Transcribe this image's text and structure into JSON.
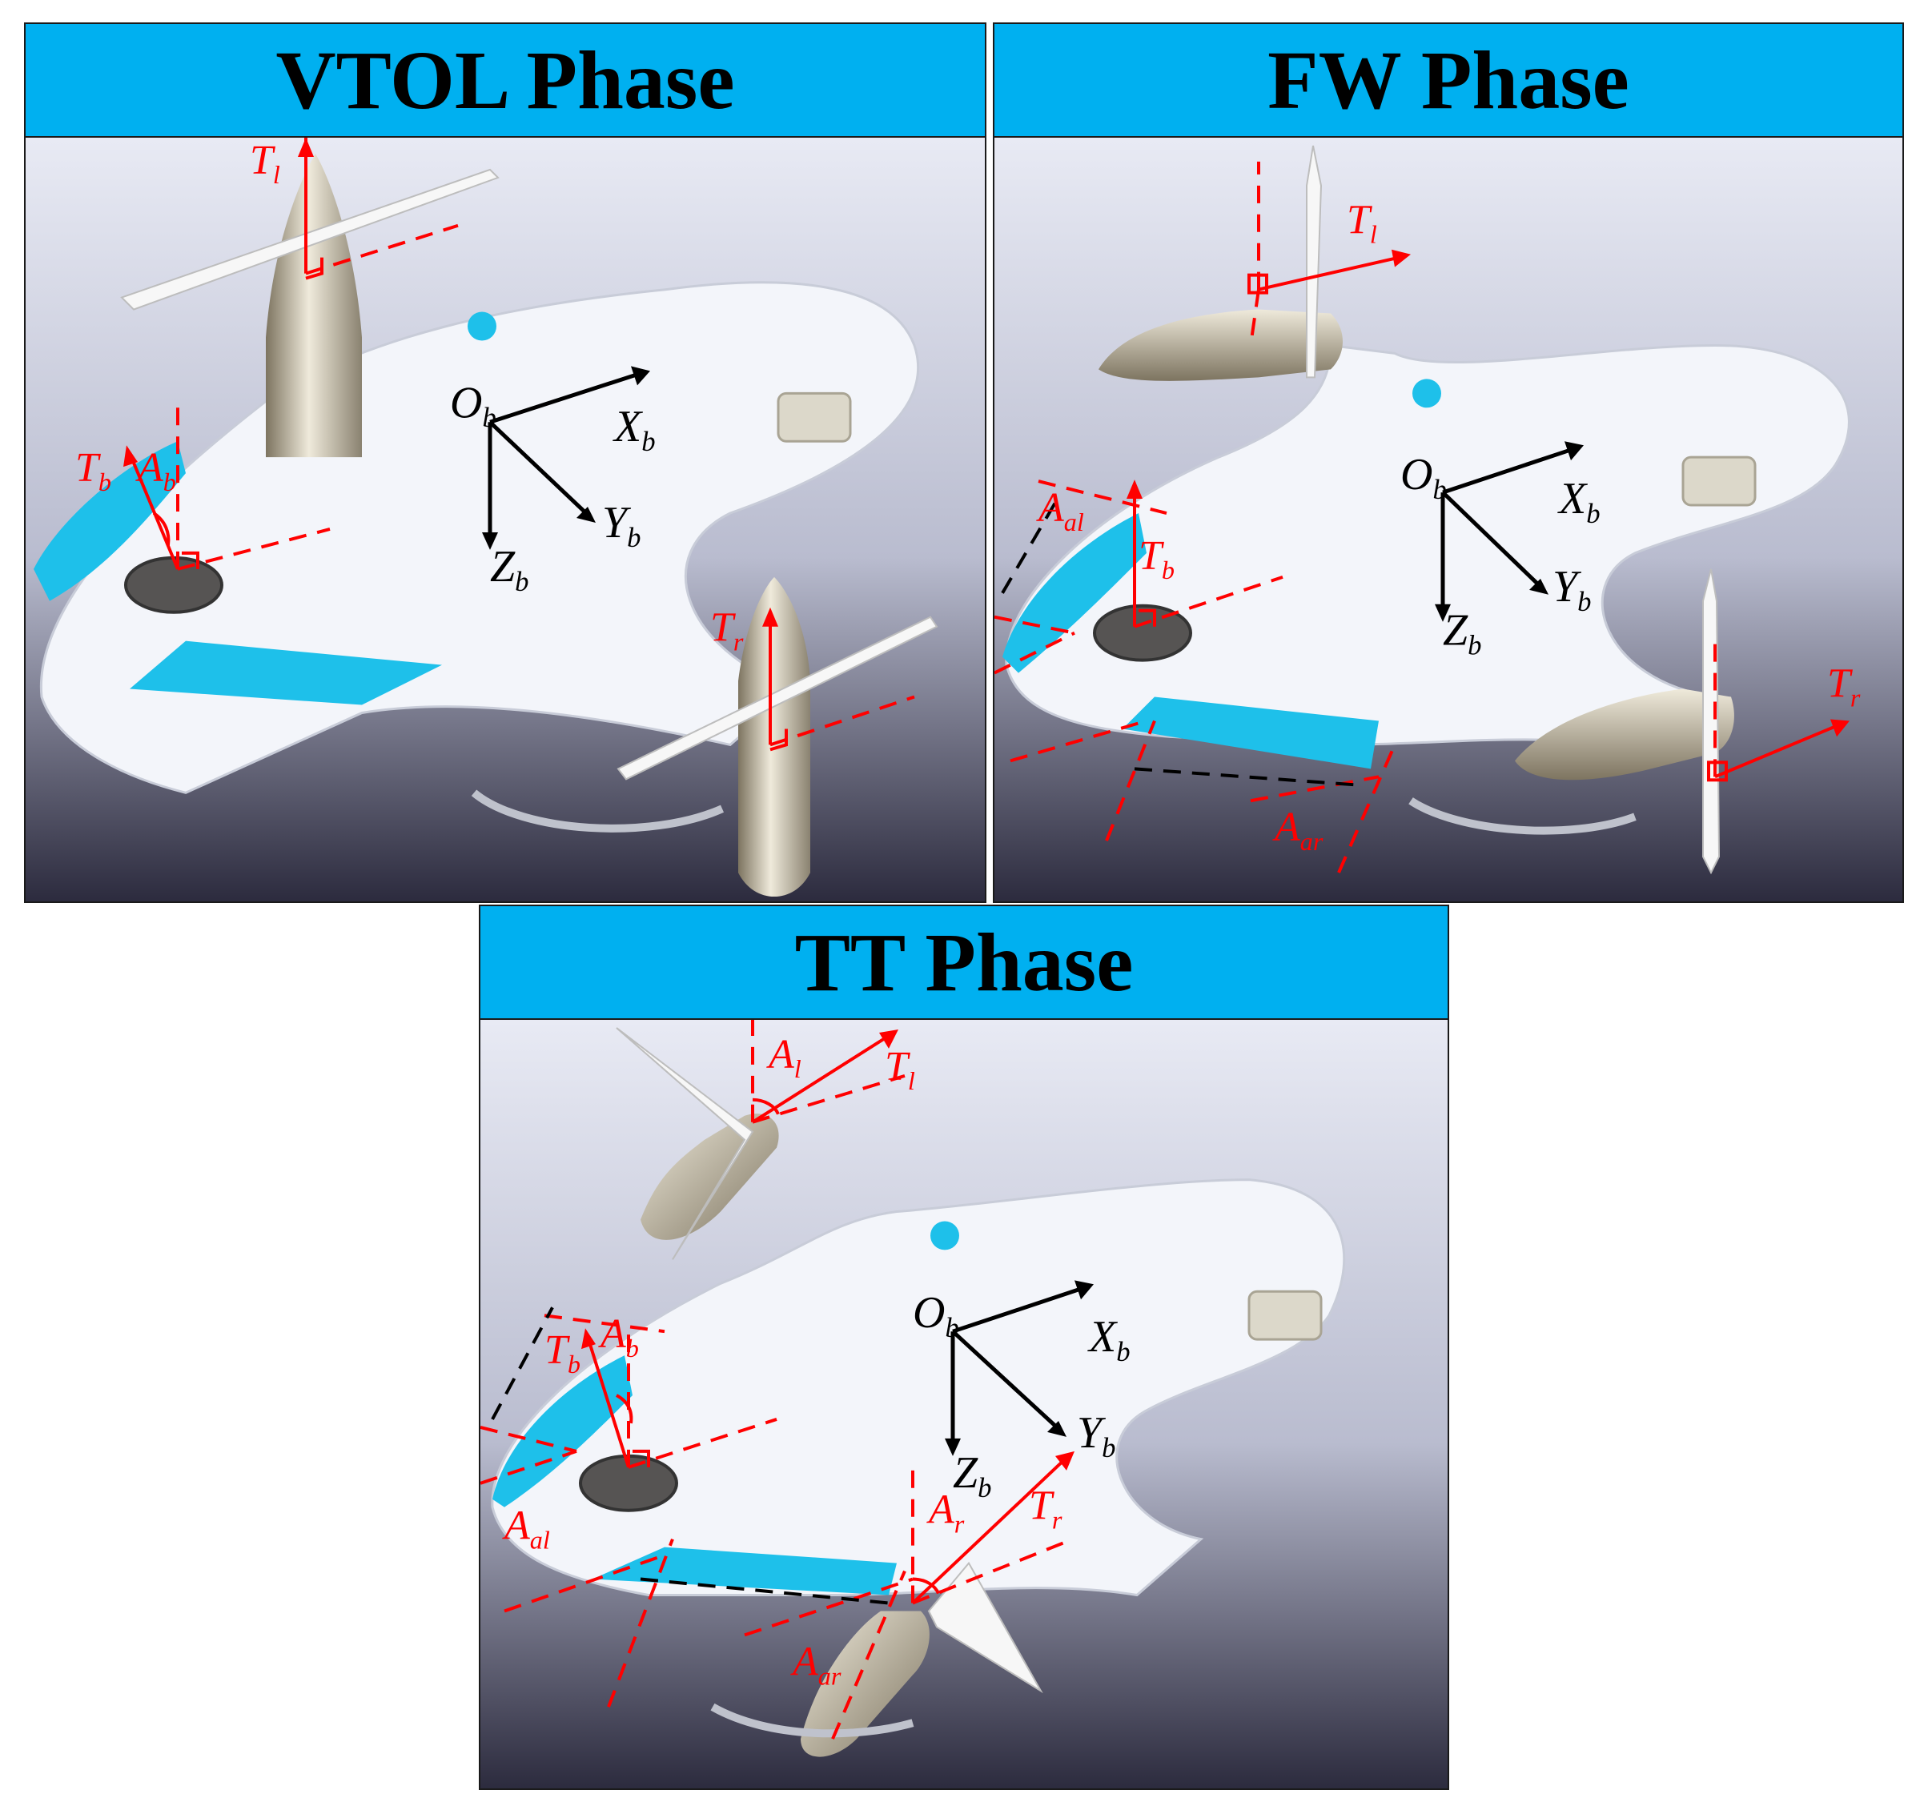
{
  "panels": {
    "vtol": {
      "title": "VTOL Phase",
      "axes": {
        "origin": "O",
        "origin_sub": "b",
        "x": "X",
        "x_sub": "b",
        "y": "Y",
        "y_sub": "b",
        "z": "Z",
        "z_sub": "b"
      },
      "labels": {
        "tl": {
          "main": "T",
          "sub": "l"
        },
        "tr": {
          "main": "T",
          "sub": "r"
        },
        "tb": {
          "main": "T",
          "sub": "b"
        },
        "ab": {
          "main": "A",
          "sub": "b"
        }
      }
    },
    "fw": {
      "title": "FW Phase",
      "axes": {
        "origin": "O",
        "origin_sub": "b",
        "x": "X",
        "x_sub": "b",
        "y": "Y",
        "y_sub": "b",
        "z": "Z",
        "z_sub": "b"
      },
      "labels": {
        "tl": {
          "main": "T",
          "sub": "l"
        },
        "tr": {
          "main": "T",
          "sub": "r"
        },
        "tb": {
          "main": "T",
          "sub": "b"
        },
        "aal": {
          "main": "A",
          "sub": "al"
        },
        "aar": {
          "main": "A",
          "sub": "ar"
        }
      }
    },
    "tt": {
      "title": "TT Phase",
      "axes": {
        "origin": "O",
        "origin_sub": "b",
        "x": "X",
        "x_sub": "b",
        "y": "Y",
        "y_sub": "b",
        "z": "Z",
        "z_sub": "b"
      },
      "labels": {
        "tl": {
          "main": "T",
          "sub": "l"
        },
        "al": {
          "main": "A",
          "sub": "l"
        },
        "tr": {
          "main": "T",
          "sub": "r"
        },
        "ar": {
          "main": "A",
          "sub": "r"
        },
        "tb": {
          "main": "T",
          "sub": "b"
        },
        "ab": {
          "main": "A",
          "sub": "b"
        },
        "aal": {
          "main": "A",
          "sub": "al"
        },
        "aar": {
          "main": "A",
          "sub": "ar"
        }
      }
    }
  },
  "colors": {
    "header": "#00b0f0",
    "annotation": "#ff0000",
    "axis": "#000000",
    "aileron": "#1ec0ea",
    "body": "#f4f6fa"
  }
}
